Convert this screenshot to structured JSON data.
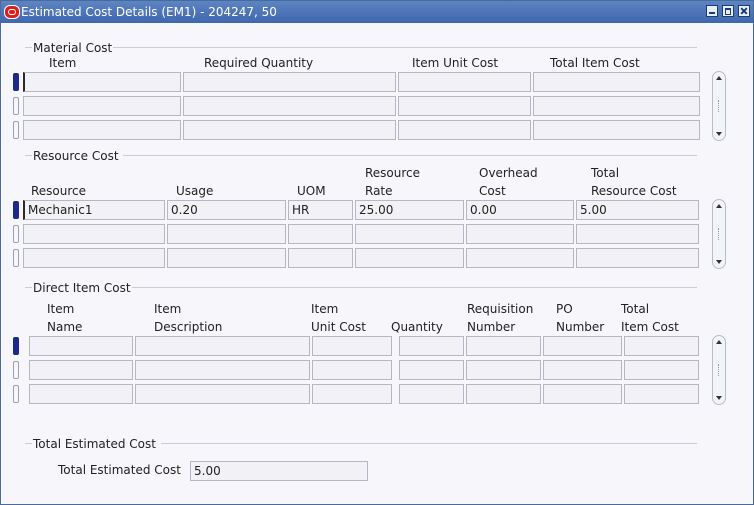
{
  "window": {
    "title": "Estimated Cost Details (EM1) - 204247, 50"
  },
  "material_cost": {
    "section_title": "Material Cost",
    "headers": [
      "Item",
      "Required Quantity",
      "Item Unit Cost",
      "Total Item Cost"
    ],
    "rows": [
      [
        "",
        "",
        "",
        ""
      ],
      [
        "",
        "",
        "",
        ""
      ],
      [
        "",
        "",
        "",
        ""
      ]
    ]
  },
  "resource_cost": {
    "section_title": "Resource Cost",
    "headers": {
      "resource": "Resource",
      "usage": "Usage",
      "uom": "UOM",
      "resource_rate_l1": "Resource",
      "resource_rate_l2": "Rate",
      "overhead_l1": "Overhead",
      "overhead_l2": "Cost",
      "total_l1": "Total",
      "total_l2": "Resource Cost"
    },
    "rows": [
      [
        "Mechanic1",
        "0.20",
        "HR",
        "25.00",
        "0.00",
        "5.00"
      ],
      [
        "",
        "",
        "",
        "",
        "",
        ""
      ],
      [
        "",
        "",
        "",
        "",
        "",
        ""
      ]
    ]
  },
  "direct_item_cost": {
    "section_title": "Direct Item Cost",
    "headers": {
      "item_name_l1": "Item",
      "item_name_l2": "Name",
      "item_desc_l1": "Item",
      "item_desc_l2": "Description",
      "unit_cost_l1": "Item",
      "unit_cost_l2": "Unit Cost",
      "quantity": "Quantity",
      "req_l1": "Requisition",
      "req_l2": "Number",
      "po_l1": "PO",
      "po_l2": "Number",
      "total_l1": "Total",
      "total_l2": "Item Cost"
    },
    "rows": [
      [
        "",
        "",
        "",
        "",
        "",
        "",
        ""
      ],
      [
        "",
        "",
        "",
        "",
        "",
        "",
        ""
      ],
      [
        "",
        "",
        "",
        "",
        "",
        "",
        ""
      ]
    ]
  },
  "total_estimated_cost": {
    "section_title": "Total Estimated Cost",
    "label": "Total Estimated Cost",
    "value": "5.00"
  }
}
